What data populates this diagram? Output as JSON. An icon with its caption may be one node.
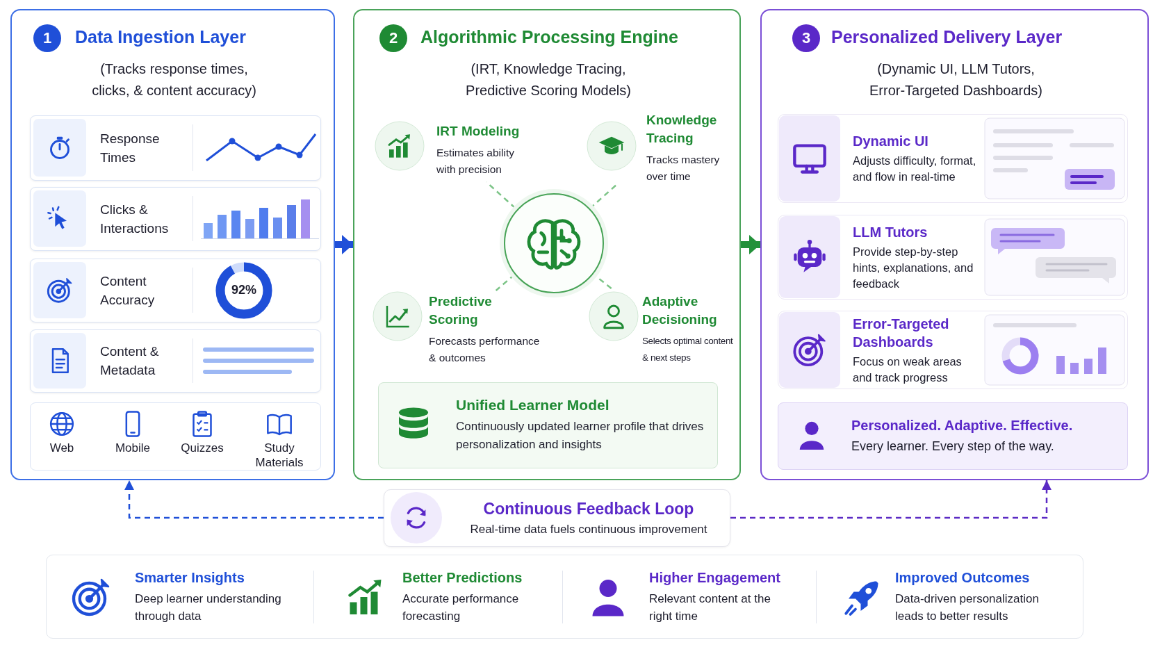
{
  "diagram": {
    "nodes": [
      {
        "text": [
          "1",
          "Data Ingestion Layer",
          "(Tracks response times, clicks, & content accuracy)"
        ]
      },
      {
        "text": [
          "Response Times"
        ],
        "in": 0
      },
      {
        "text": [
          "Clicks & Interactions"
        ],
        "in": 0
      },
      {
        "text": [
          "Content Accuracy",
          "92%"
        ],
        "in": 0
      },
      {
        "text": [
          "Content & Metadata"
        ],
        "in": 0
      },
      {
        "text": [
          "Web",
          "Mobile",
          "Quizzes",
          "Study Materials"
        ],
        "in": 0
      },
      {
        "text": [
          "2",
          "Algorithmic Processing Engine",
          "(IRT, Knowledge Tracing, Predictive Scoring Models)"
        ]
      },
      {
        "text": [
          "IRT Modeling",
          "Estimates ability with precision"
        ],
        "in": 6
      },
      {
        "text": [
          "Knowledge Tracing",
          "Tracks mastery over time"
        ],
        "in": 6
      },
      {
        "text": [],
        "shape": "circle",
        "in": 6
      },
      {
        "text": [
          "Predictive Scoring",
          "Forecasts performance & outcomes"
        ],
        "in": 6
      },
      {
        "text": [
          "Adaptive Decisioning",
          "Selects optimal content & next steps"
        ],
        "in": 6
      },
      {
        "text": [
          "Unified Learner Model",
          "Continuously updated learner profile that drives personalization and insights"
        ],
        "in": 6
      },
      {
        "text": [
          "3",
          "Personalized Delivery Layer",
          "(Dynamic UI, LLM Tutors, Error-Targeted Dashboards)"
        ]
      },
      {
        "text": [
          "Dynamic UI",
          "Adjusts difficulty, format, and flow in real-time"
        ],
        "in": 13
      },
      {
        "text": [
          "LLM Tutors",
          "Provide step-by-step hints, explanations, and feedback"
        ],
        "in": 13
      },
      {
        "text": [
          "Error-Targeted Dashboards",
          "Focus on weak areas and track progress"
        ],
        "in": 13
      },
      {
        "text": [
          "Personalized. Adaptive. Effective.",
          "Every learner. Every step of the way."
        ],
        "in": 13
      },
      {
        "text": [
          "Continuous Feedback Loop",
          "Real-time data fuels continuous improvement"
        ]
      },
      {
        "text": [],
        "shape": "box"
      },
      {
        "text": [
          "Smarter Insights",
          "Deep learner understanding through data"
        ],
        "in": 19
      },
      {
        "text": [
          "Better Predictions",
          "Accurate performance forecasting"
        ],
        "in": 19
      },
      {
        "text": [
          "Higher Engagement",
          "Relevant content at the right time"
        ],
        "in": 19
      },
      {
        "text": [
          "Improved Outcomes",
          "Data-driven personalization leads to better results"
        ],
        "in": 19
      }
    ],
    "edges": [
      {
        "from": 0,
        "to": 6,
        "arrow": "to",
        "style": "thick",
        "color": "#1f4fd8"
      },
      {
        "from": 6,
        "to": 13,
        "arrow": "to",
        "style": "thick",
        "color": "#23913a"
      },
      {
        "from": 9,
        "to": 7,
        "arrow": "none",
        "style": "dashed",
        "color": "#7cc487"
      },
      {
        "from": 9,
        "to": 8,
        "arrow": "none",
        "style": "dashed",
        "color": "#7cc487"
      },
      {
        "from": 9,
        "to": 10,
        "arrow": "none",
        "style": "dashed",
        "color": "#7cc487"
      },
      {
        "from": 9,
        "to": 11,
        "arrow": "none",
        "style": "dashed",
        "color": "#7cc487"
      },
      {
        "from": 18,
        "to": 0,
        "arrow": "to",
        "style": "dashed",
        "color": "#1f4fd8"
      },
      {
        "from": 18,
        "to": 13,
        "arrow": "to",
        "style": "dashed",
        "color": "#5b2bc4"
      }
    ]
  }
}
